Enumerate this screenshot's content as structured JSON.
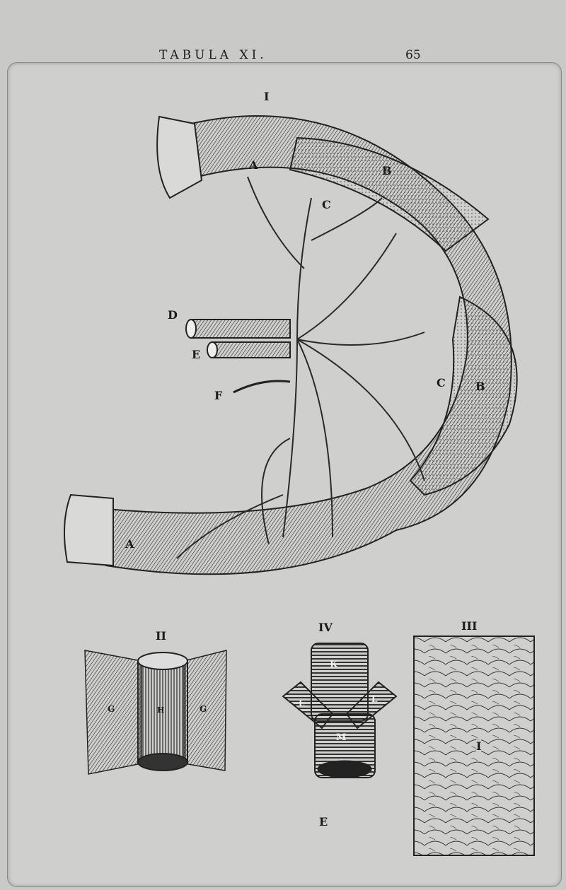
{
  "header": {
    "title": "TABULA XI.",
    "page_number": "65"
  },
  "figures": {
    "fig1": {
      "numeral": "I",
      "labels": {
        "A_top": "A",
        "B_top": "B",
        "C_top": "C",
        "D": "D",
        "E": "E",
        "F": "F",
        "C_right": "C",
        "B_right": "B",
        "A_bottom": "A"
      }
    },
    "fig2": {
      "numeral": "II",
      "labels": {
        "G_left": "G",
        "H": "H",
        "G_right": "G"
      }
    },
    "fig3": {
      "numeral": "III",
      "labels": {
        "I": "I"
      }
    },
    "fig4": {
      "numeral": "IV",
      "labels": {
        "K": "K",
        "L_left": "L",
        "L_right": "L",
        "M": "M"
      },
      "caption": "E"
    }
  }
}
